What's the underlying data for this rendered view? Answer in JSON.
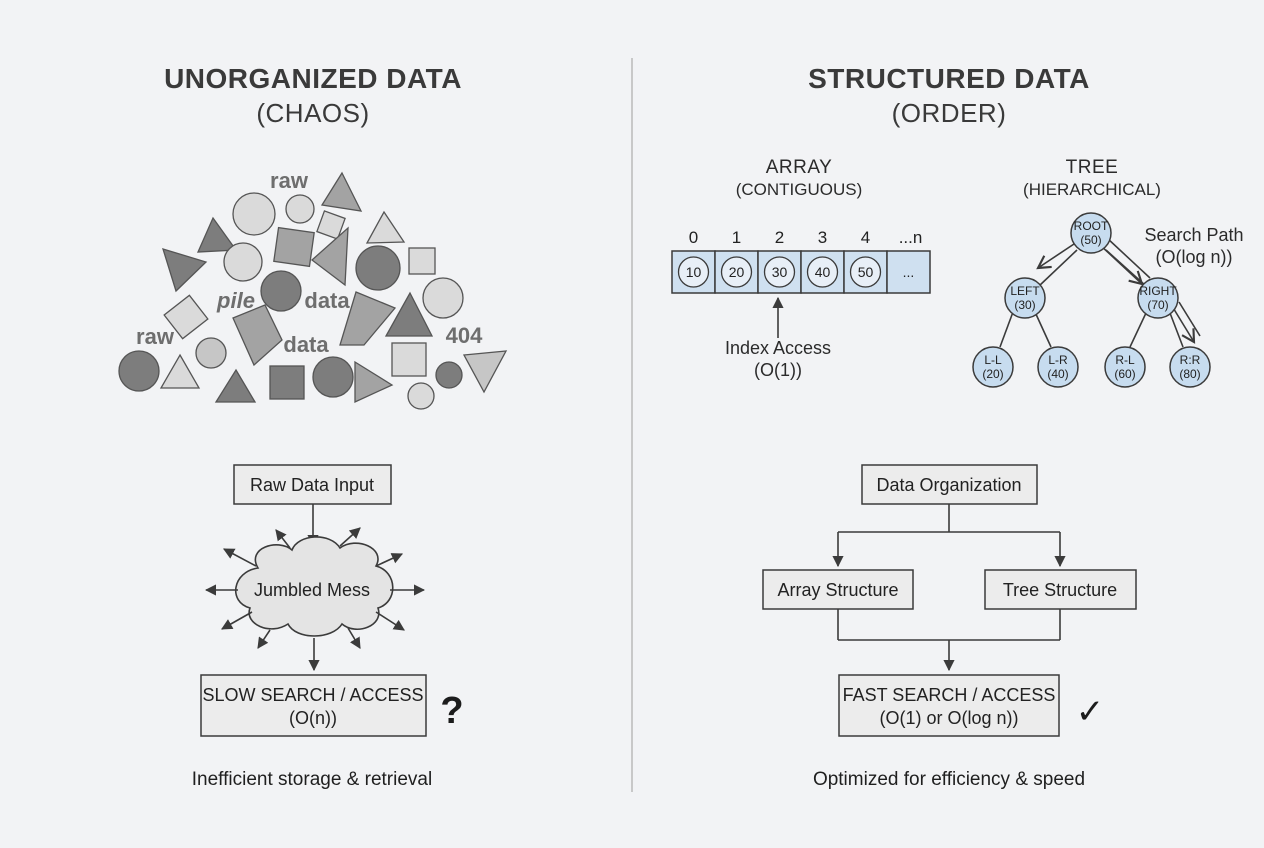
{
  "left": {
    "title": "UNORGANIZED DATA",
    "subtitle": "(CHAOS)",
    "words": [
      "raw",
      "pile",
      "data",
      "raw",
      "data",
      "404"
    ],
    "flow": {
      "input": "Raw Data Input",
      "cloud": "Jumbled Mess",
      "result_line1": "SLOW SEARCH / ACCESS",
      "result_line2": "(O(n))",
      "mark": "?"
    },
    "caption": "Inefficient storage & retrieval"
  },
  "right": {
    "title": "STRUCTURED DATA",
    "subtitle": "(ORDER)",
    "array": {
      "title": "ARRAY",
      "subtitle": "(CONTIGUOUS)",
      "indices": [
        "0",
        "1",
        "2",
        "3",
        "4",
        "...n"
      ],
      "values": [
        "10",
        "20",
        "30",
        "40",
        "50",
        "..."
      ],
      "access_label": "Index Access",
      "access_complexity": "(O(1))"
    },
    "tree": {
      "title": "TREE",
      "subtitle": "(HIERARCHICAL)",
      "search_label": "Search Path",
      "search_complexity": "(O(log n))",
      "nodes": [
        {
          "name": "ROOT",
          "value": "(50)"
        },
        {
          "name": "LEFT",
          "value": "(30)"
        },
        {
          "name": "RIGHT",
          "value": "(70)"
        },
        {
          "name": "L-L",
          "value": "(20)"
        },
        {
          "name": "L-R",
          "value": "(40)"
        },
        {
          "name": "R-L",
          "value": "(60)"
        },
        {
          "name": "R:R",
          "value": "(80)"
        }
      ]
    },
    "flow": {
      "input": "Data Organization",
      "branch_left": "Array Structure",
      "branch_right": "Tree Structure",
      "result_line1": "FAST SEARCH / ACCESS",
      "result_line2": "(O(1) or O(log n))",
      "mark": "✓"
    },
    "caption": "Optimized for efficiency & speed"
  },
  "colors": {
    "background": "#f2f3f5",
    "box_fill": "#ececec",
    "structure_blue": "#c7dcef",
    "chaos_gray": "#7d7d7d"
  }
}
